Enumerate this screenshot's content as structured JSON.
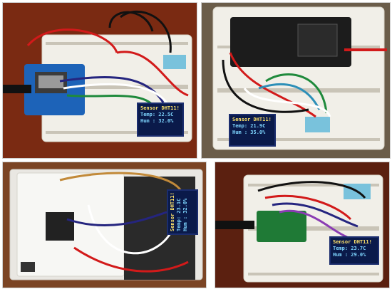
{
  "panels": [
    {
      "id": "p1",
      "oled": {
        "line1": "Sensor DHT11!",
        "line2": "Temp: 22.5C",
        "line3": "Hum : 32.0%"
      }
    },
    {
      "id": "p2",
      "oled": {
        "line1": "Sensor DHT11!",
        "line2": "Temp: 21.9C",
        "line3": "Hum : 35.0%"
      }
    },
    {
      "id": "p3",
      "oled": {
        "line1": "Sensor DHT11!",
        "line2": "Temp: 23.1C",
        "line3": "Hum : 32.0%"
      }
    },
    {
      "id": "p4",
      "oled": {
        "line1": "Sensor DHT11!",
        "line2": "Temp: 23.7C",
        "line3": "Hum : 29.0%"
      }
    }
  ],
  "colors": {
    "breadboard": "#f2f0ea",
    "oled_bg": "#0a1a4a",
    "oled_text_1": "#ffe36a",
    "oled_text_2": "#7fd6ff"
  }
}
